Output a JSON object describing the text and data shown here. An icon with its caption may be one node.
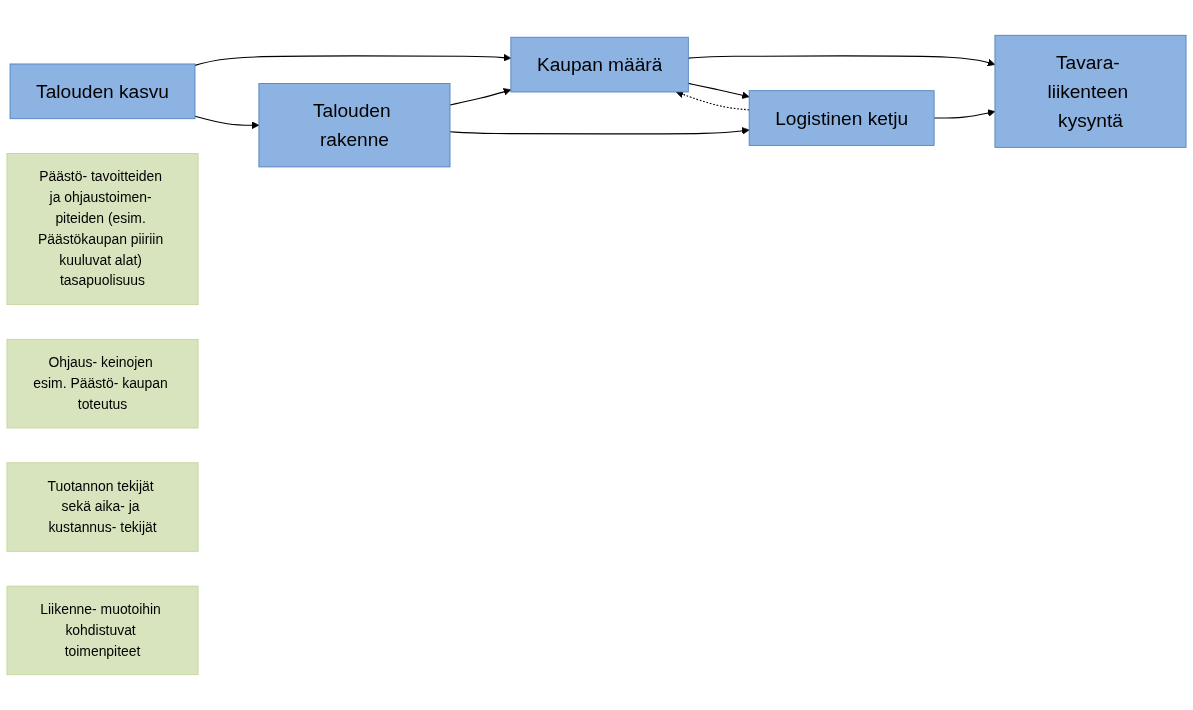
{
  "diagram": {
    "nodes": [
      {
        "text": [
          "Talouden kasvu"
        ]
      },
      {
        "text": [
          "Kaupan määrä"
        ]
      },
      {
        "text": [
          "Tavara- liikenteen kysyntä"
        ]
      },
      {
        "text": [
          "Päästö- tavoitteiden ja ohjaustoimen- piteiden (esim. Päästökaupan piiriin kuuluvat alat) tasapuolisuus"
        ]
      },
      {
        "text": [
          "Ohjaus- keinojen esim. Päästö- kaupan toteutus"
        ]
      },
      {
        "text": [
          "Tuotannon tekijät sekä aika- ja kustannus- tekijät"
        ]
      },
      {
        "text": [
          "Liikenne- muotoihin kohdistuvat toimenpiteet"
        ]
      },
      {
        "text": [
          "Talouden rakenne"
        ]
      },
      {
        "text": [
          "Logistinen ketju"
        ]
      }
    ],
    "edges": [
      {
        "from": 0,
        "to": 1,
        "arrow": "to"
      },
      {
        "from": 1,
        "to": 2,
        "arrow": "to"
      },
      {
        "from": 0,
        "to": 7,
        "arrow": "to"
      },
      {
        "from": 7,
        "to": 1,
        "arrow": "to"
      },
      {
        "from": 1,
        "to": 8,
        "arrow": "to"
      },
      {
        "from": 8,
        "to": 1,
        "arrow": "to",
        "style": "dashed"
      },
      {
        "from": 7,
        "to": 8,
        "arrow": "to"
      },
      {
        "from": 8,
        "to": 2,
        "arrow": "to"
      }
    ]
  }
}
